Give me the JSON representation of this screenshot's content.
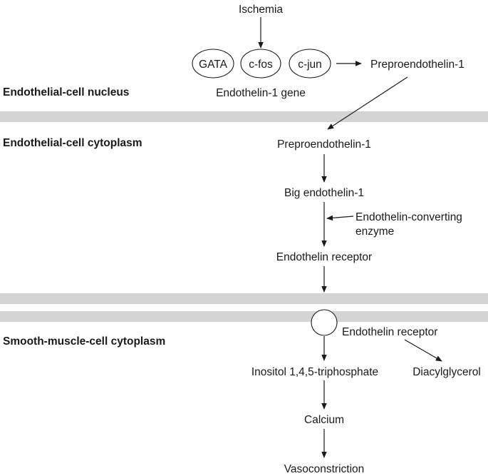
{
  "regions": {
    "nucleus": "Endothelial-cell nucleus",
    "cytoplasm": "Endothelial-cell cytoplasm",
    "smooth_muscle": "Smooth-muscle-cell cytoplasm"
  },
  "nodes": {
    "ischemia": "Ischemia",
    "gata": "GATA",
    "cfos": "c-fos",
    "cjun": "c-jun",
    "gene": "Endothelin-1 gene",
    "prepro_nucleus": "Preproendothelin-1",
    "prepro_cytoplasm": "Preproendothelin-1",
    "big_et1": "Big endothelin-1",
    "ece_line1": "Endothelin-converting",
    "ece_line2": "enzyme",
    "receptor_upper": "Endothelin receptor",
    "receptor_lower": "Endothelin receptor",
    "ip3": "Inositol 1,4,5-triphosphate",
    "dag": "Diacylglycerol",
    "calcium": "Calcium",
    "vasoconstriction": "Vasoconstriction"
  }
}
